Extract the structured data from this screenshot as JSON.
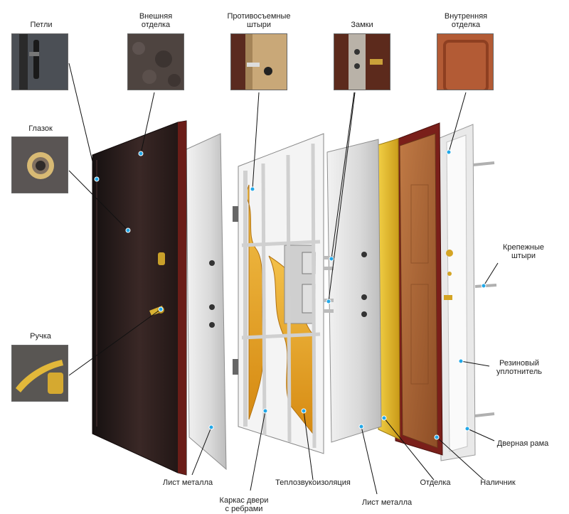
{
  "labels": {
    "hinges": "Петли",
    "outer_finish": [
      "Внешняя",
      "отделка"
    ],
    "anti_removal_pins": [
      "Противосъемные",
      "штыри"
    ],
    "locks": "Замки",
    "inner_finish": [
      "Внутренняя",
      "отделка"
    ],
    "peephole": "Глазок",
    "handle": "Ручка",
    "mounting_pins": [
      "Крепежные",
      "штыри"
    ],
    "rubber_seal": [
      "Резиновый",
      "уплотнитель"
    ],
    "door_frame": "Дверная рама",
    "trim": "Наличник",
    "finish": "Отделка",
    "metal_sheet_2": "Лист металла",
    "insulation": "Теплозвукоизоляция",
    "frame_with_ribs": [
      "Каркас двери",
      "с ребрами"
    ],
    "metal_sheet_1": "Лист металла"
  },
  "colors": {
    "marker": "#22a8e8",
    "leader": "#111111",
    "outer_door": "#2a1a1a",
    "inner_panel": "#8b2a22",
    "wood_panel": "#b06a3a",
    "insulation": "#e8a91f",
    "sheet_metal": "#d8d8d8"
  },
  "icons": [
    "hinge-photo",
    "outer-finish-photo",
    "anti-removal-pin-photo",
    "lock-photo",
    "inner-finish-photo",
    "peephole-photo",
    "handle-photo"
  ]
}
